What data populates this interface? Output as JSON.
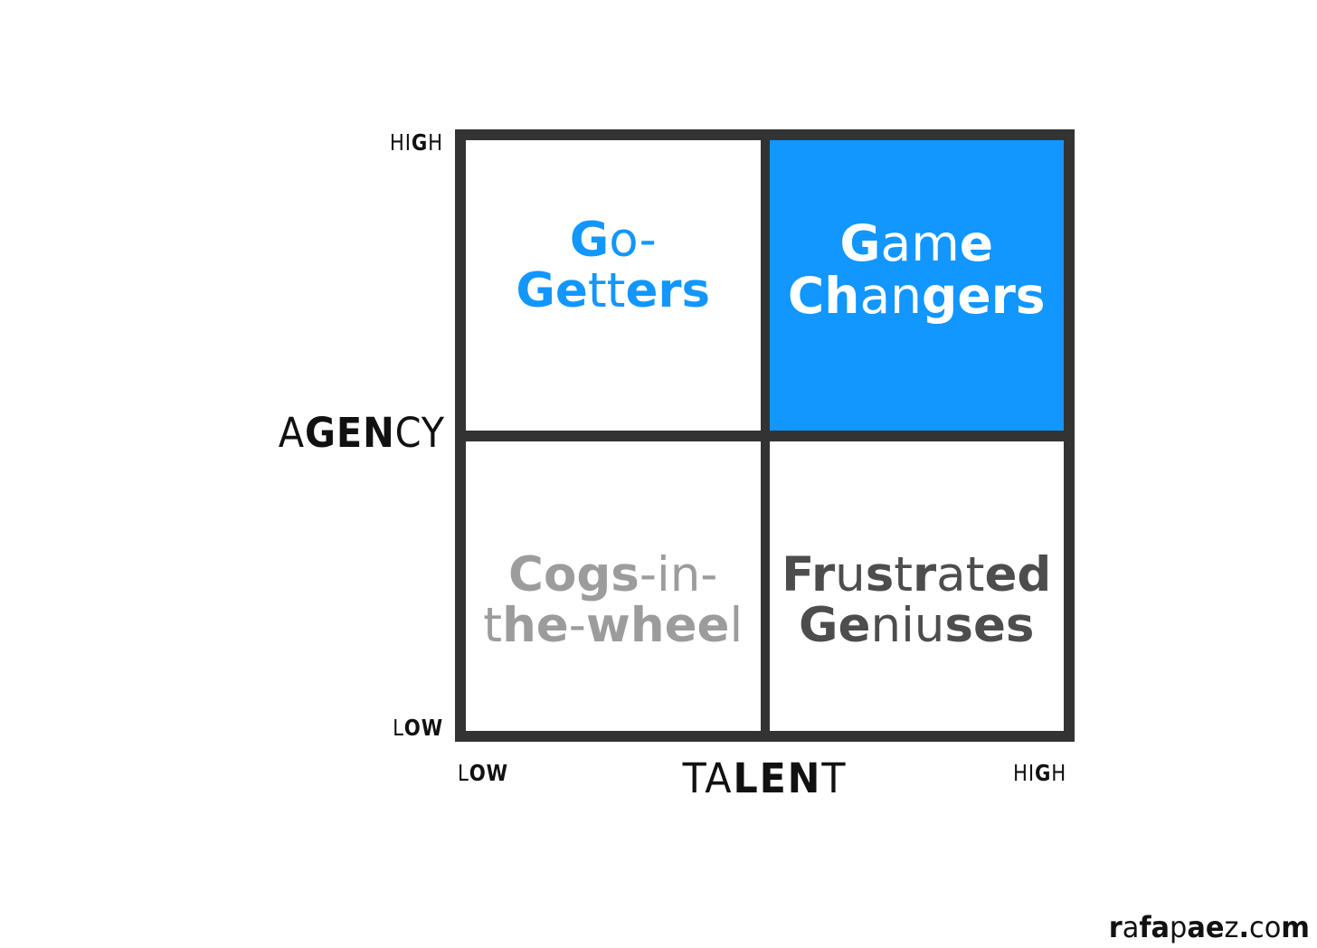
{
  "chart_data": {
    "type": "table",
    "title": "Talent vs Agency 2x2 Matrix",
    "xlabel": "TALENT",
    "ylabel": "AGENCY",
    "x_axis": {
      "label": "TALENT",
      "low": "LOW",
      "high": "HIGH"
    },
    "y_axis": {
      "label": "AGENCY",
      "low": "LOW",
      "high": "HIGH"
    },
    "categories": [
      "Low Talent",
      "High Talent"
    ],
    "rows": [
      "High Agency",
      "Low Agency"
    ],
    "quadrants": [
      {
        "id": "top-left",
        "label": "Go-Getters",
        "line1": "Go-",
        "line2": "Getters",
        "talent": "low",
        "agency": "high",
        "text_color": "#1296ff",
        "fill_color": "#ffffff",
        "highlighted": false
      },
      {
        "id": "top-right",
        "label": "Game Changers",
        "line1": "Game",
        "line2": "Changers",
        "talent": "high",
        "agency": "high",
        "text_color": "#ffffff",
        "fill_color": "#1296ff",
        "highlighted": true
      },
      {
        "id": "bottom-left",
        "label": "Cogs-in-the-wheel",
        "line1": "Cogs-in-",
        "line2": "the-wheel",
        "talent": "low",
        "agency": "low",
        "text_color": "#9c9c9c",
        "fill_color": "#ffffff",
        "highlighted": false
      },
      {
        "id": "bottom-right",
        "label": "Frustrated Geniuses",
        "line1": "Frustrated",
        "line2": "Geniuses",
        "talent": "high",
        "agency": "low",
        "text_color": "#4d4d4d",
        "fill_color": "#ffffff",
        "highlighted": false
      }
    ],
    "frame_color": "#333333",
    "background_color": "#ffffff",
    "grid": true,
    "legend": "none"
  },
  "axes": {
    "y": {
      "label": "AGENCY",
      "label_parts": [
        {
          "t": "A",
          "w": "light"
        },
        {
          "t": "GE",
          "w": "heavy"
        },
        {
          "t": "N",
          "w": "heavy"
        },
        {
          "t": "CY",
          "w": "light"
        }
      ],
      "high_tick": "HIGH",
      "high_tick_parts": [
        {
          "t": "HI",
          "w": "light"
        },
        {
          "t": "G",
          "w": "heavy"
        },
        {
          "t": "H",
          "w": "light"
        }
      ],
      "low_tick": "LOW",
      "low_tick_parts": [
        {
          "t": "L",
          "w": "light"
        },
        {
          "t": "OW",
          "w": "heavy"
        }
      ]
    },
    "x": {
      "label": "TALENT",
      "label_parts": [
        {
          "t": "TA",
          "w": "light"
        },
        {
          "t": "LEN",
          "w": "heavy"
        },
        {
          "t": "T",
          "w": "light"
        }
      ],
      "low_tick": "LOW",
      "low_tick_parts": [
        {
          "t": "L",
          "w": "light"
        },
        {
          "t": "OW",
          "w": "heavy"
        }
      ],
      "high_tick": "HIGH",
      "high_tick_parts": [
        {
          "t": "HI",
          "w": "light"
        },
        {
          "t": "G",
          "w": "heavy"
        },
        {
          "t": "H",
          "w": "light"
        }
      ]
    }
  },
  "quadrant_text": {
    "top_left": {
      "line1_parts": [
        {
          "t": "G",
          "w": "heavy"
        },
        {
          "t": "o-",
          "w": "light"
        }
      ],
      "line2_parts": [
        {
          "t": "Ge",
          "w": "heavy"
        },
        {
          "t": "tt",
          "w": "light"
        },
        {
          "t": "ers",
          "w": "heavy"
        }
      ]
    },
    "top_right": {
      "line1_parts": [
        {
          "t": "G",
          "w": "heavy"
        },
        {
          "t": "am",
          "w": "light"
        },
        {
          "t": "e",
          "w": "heavy"
        }
      ],
      "line2_parts": [
        {
          "t": "Ch",
          "w": "heavy"
        },
        {
          "t": "an",
          "w": "light"
        },
        {
          "t": "gers",
          "w": "heavy"
        }
      ]
    },
    "bottom_left": {
      "line1_parts": [
        {
          "t": "Cogs",
          "w": "heavy"
        },
        {
          "t": "-in-",
          "w": "light"
        }
      ],
      "line2_parts": [
        {
          "t": "t",
          "w": "light"
        },
        {
          "t": "he",
          "w": "heavy"
        },
        {
          "t": "-",
          "w": "light"
        },
        {
          "t": "whee",
          "w": "heavy"
        },
        {
          "t": "l",
          "w": "light"
        }
      ]
    },
    "bottom_right": {
      "line1_parts": [
        {
          "t": "Fr",
          "w": "heavy"
        },
        {
          "t": "u",
          "w": "light"
        },
        {
          "t": "s",
          "w": "heavy"
        },
        {
          "t": "t",
          "w": "light"
        },
        {
          "t": "r",
          "w": "heavy"
        },
        {
          "t": "at",
          "w": "light"
        },
        {
          "t": "ed",
          "w": "heavy"
        }
      ],
      "line2_parts": [
        {
          "t": "Ge",
          "w": "heavy"
        },
        {
          "t": "niu",
          "w": "light"
        },
        {
          "t": "ses",
          "w": "heavy"
        }
      ]
    }
  },
  "watermark": {
    "text": "rafapaez.com",
    "parts": [
      {
        "t": "r",
        "w": "heavy"
      },
      {
        "t": "a",
        "w": "light"
      },
      {
        "t": "fa",
        "w": "heavy"
      },
      {
        "t": "p",
        "w": "light"
      },
      {
        "t": "ae",
        "w": "heavy"
      },
      {
        "t": "z",
        "w": "light"
      },
      {
        "t": ".",
        "w": "heavy"
      },
      {
        "t": "co",
        "w": "light"
      },
      {
        "t": "m",
        "w": "heavy"
      }
    ]
  }
}
